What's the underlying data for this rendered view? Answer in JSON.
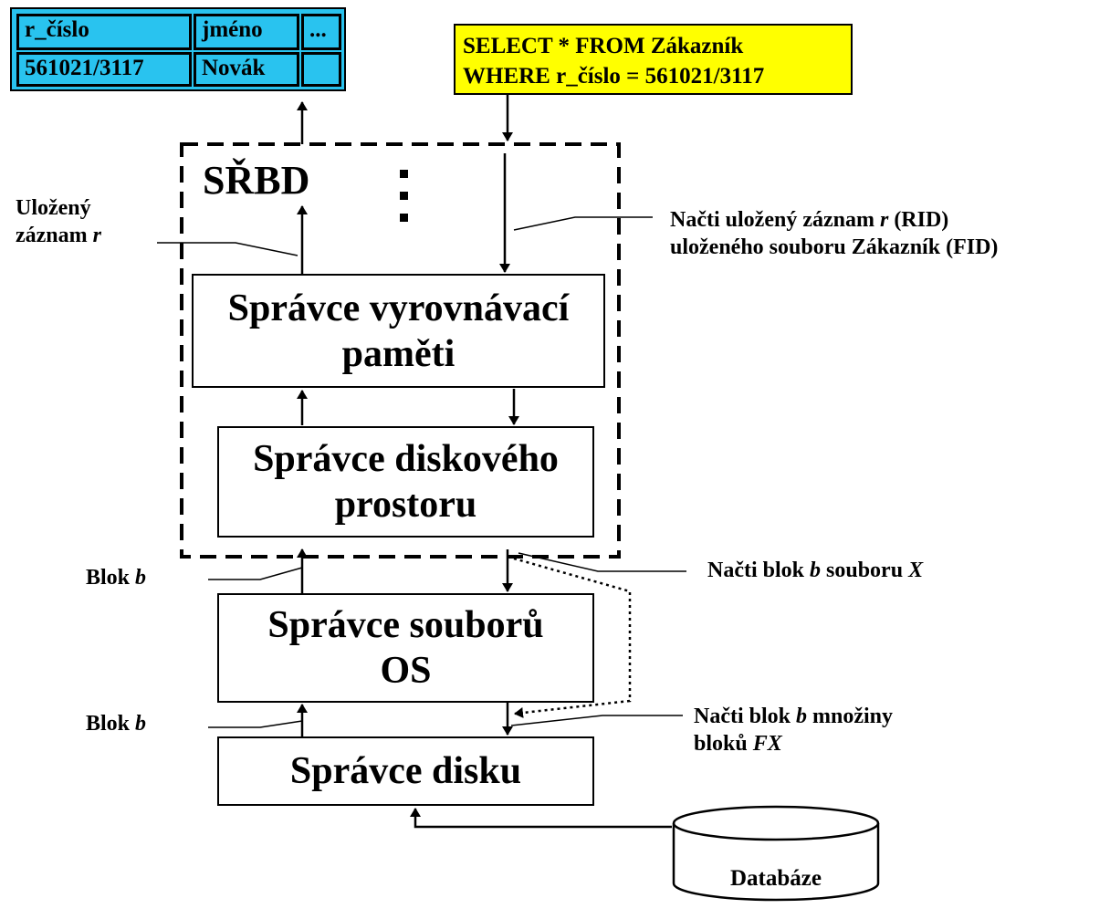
{
  "result_table": {
    "headers": [
      "r_číslo",
      "jméno",
      "..."
    ],
    "row": [
      "561021/3117",
      "Novák",
      ""
    ]
  },
  "sql": {
    "line1": "SELECT * FROM Zákazník",
    "line2": "WHERE r_číslo = 561021/3117"
  },
  "srbd_label": "SŘBD",
  "ellipsis": ":",
  "modules": {
    "buffer_manager": [
      "Správce vyrovnávací",
      "paměti"
    ],
    "disk_space_manager": [
      "Správce diskového",
      "prostoru"
    ],
    "os_file_manager": [
      "Správce souborů",
      "OS"
    ],
    "disk_manager": [
      "Správce disku"
    ]
  },
  "labels": {
    "stored_record": {
      "line1": "Uložený",
      "line2_text": "záznam ",
      "line2_var": "r"
    },
    "read_stored_record": {
      "l1_text": "Načti uložený záznam ",
      "l1_var": "r",
      "l1_end": " (RID)",
      "line2": "uloženého souboru Zákazník (FID)"
    },
    "block_upper": {
      "text": "Blok ",
      "var": "b"
    },
    "block_lower": {
      "text": "Blok ",
      "var": "b"
    },
    "read_block_file": {
      "t1": "Načti blok ",
      "v1": "b",
      "t2": " souboru ",
      "v2": "X"
    },
    "read_block_set": {
      "t1": "Načti blok ",
      "v1": "b",
      "t2": " množiny",
      "l2_text": "bloků ",
      "l2_var": "FX"
    }
  },
  "database": "Databáze"
}
